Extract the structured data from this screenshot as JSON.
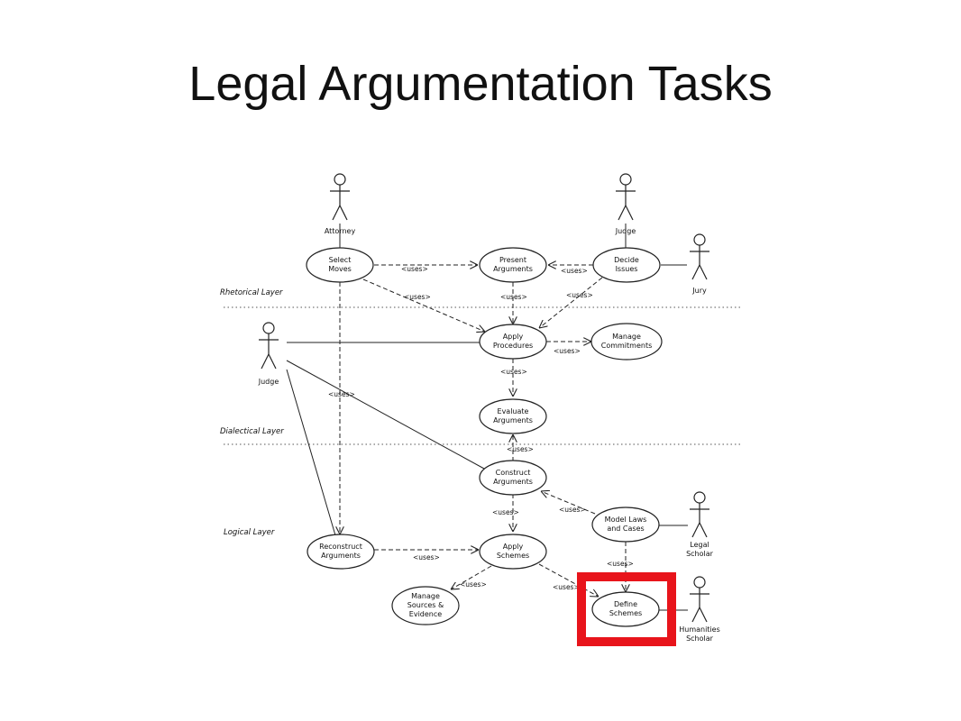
{
  "title": "Legal Argumentation Tasks",
  "highlight_color": "#e8141b",
  "layers": {
    "rhetorical": "Rhetorical Layer",
    "dialectical": "Dialectical Layer",
    "logical": "Logical Layer"
  },
  "actors": {
    "attorney": "Attorney",
    "judge_top": "Judge",
    "jury": "Jury",
    "judge_left": "Judge",
    "legal_scholar": [
      "Legal",
      "Scholar"
    ],
    "humanities_scholar": [
      "Humanities",
      "Scholar"
    ]
  },
  "use_cases": {
    "select_moves": [
      "Select",
      "Moves"
    ],
    "present_arguments": [
      "Present",
      "Arguments"
    ],
    "decide_issues": [
      "Decide",
      "Issues"
    ],
    "apply_procedures": [
      "Apply",
      "Procedures"
    ],
    "manage_commitments": [
      "Manage",
      "Commitments"
    ],
    "evaluate_arguments": [
      "Evaluate",
      "Arguments"
    ],
    "construct_arguments": [
      "Construct",
      "Arguments"
    ],
    "model_laws": [
      "Model Laws",
      "and Cases"
    ],
    "reconstruct_arguments": [
      "Reconstruct",
      "Arguments"
    ],
    "apply_schemes": [
      "Apply",
      "Schemes"
    ],
    "manage_sources": [
      "Manage",
      "Sources &",
      "Evidence"
    ],
    "define_schemes": [
      "Define",
      "Schemes"
    ]
  },
  "uses_label": "<uses>"
}
